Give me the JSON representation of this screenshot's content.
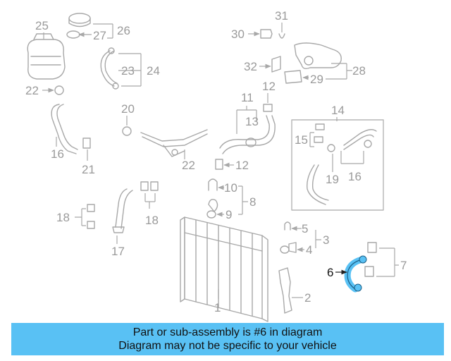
{
  "banner": {
    "line1": "Part or sub-assembly is #6 in diagram",
    "line2": "Diagram may not be specific to your vehicle"
  },
  "highlight_color": "#59c1f4",
  "part_callouts": [
    "25",
    "27",
    "26",
    "31",
    "30",
    "23",
    "24",
    "32",
    "28",
    "29",
    "22",
    "12",
    "11",
    "20",
    "13",
    "14",
    "16",
    "21",
    "22",
    "19",
    "12",
    "15",
    "16",
    "10",
    "8",
    "9",
    "18",
    "18",
    "5",
    "3",
    "4",
    "17",
    "7",
    "6",
    "1",
    "2"
  ],
  "highlighted_part": "6"
}
